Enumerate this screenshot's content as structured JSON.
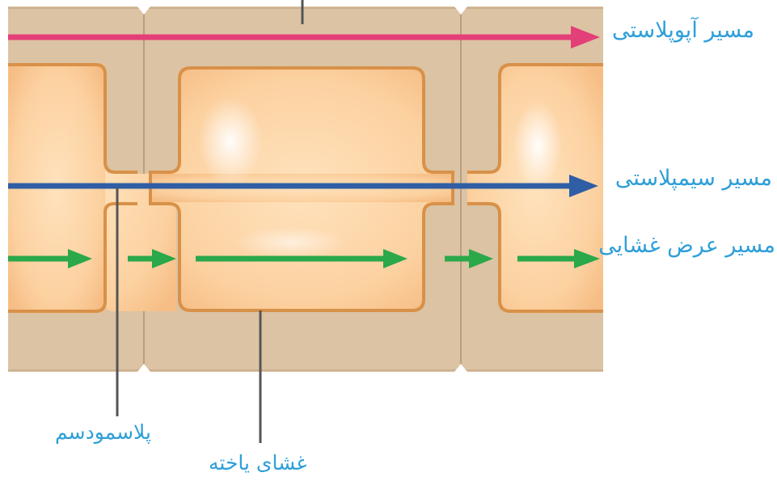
{
  "labels": {
    "apoplast": "مسیر آپوپلاستی",
    "symplast": "مسیر سیمپلاستی",
    "transmembrane": "مسیر عرض غشایی",
    "plasmodesma": "پلاسمودسم",
    "cell_membrane": "غشای یاخته"
  },
  "colors": {
    "apoplast_arrow": "#e33f78",
    "symplast_arrow": "#2f5ea5",
    "transmembrane_arrow": "#2aa84a",
    "label_text": "#2e9fd8",
    "cell_wall": "#dcc3a3",
    "cytoplasm": "#fcd4a6",
    "membrane_outline": "#d89148",
    "pointer_line": "#555555"
  }
}
